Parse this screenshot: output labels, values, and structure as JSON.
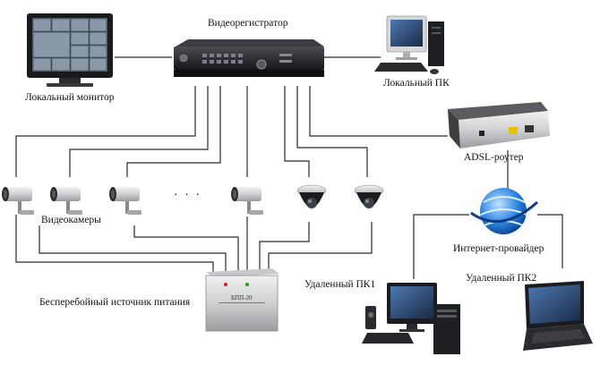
{
  "labels": {
    "dvr": "Видеорегистратор",
    "local_monitor": "Локальный монитор",
    "local_pc": "Локальный ПК",
    "adsl_router": "ADSL-роутер",
    "cameras": "Видеокамеры",
    "dots": "· · ·",
    "isp": "Интернет-провайдер",
    "ups": "Бесперебойный источник питания",
    "ups_model": "БПП-20",
    "remote_pc1": "Удаленный ПК1",
    "remote_pc2": "Удаленный ПК2"
  },
  "colors": {
    "cable": "#2a2a2a",
    "device_dark": "#222428",
    "device_light": "#dcdcdc",
    "globe_blue": "#1f6fd1",
    "screen": "#2b3e5a"
  },
  "icons": {
    "dvr": "dvr-icon",
    "monitor": "monitor-icon",
    "pc": "desktop-pc-icon",
    "router": "router-icon",
    "bullet_camera": "bullet-camera-icon",
    "dome_camera": "dome-camera-icon",
    "globe": "globe-icon",
    "ups": "power-supply-icon",
    "laptop": "laptop-icon"
  }
}
